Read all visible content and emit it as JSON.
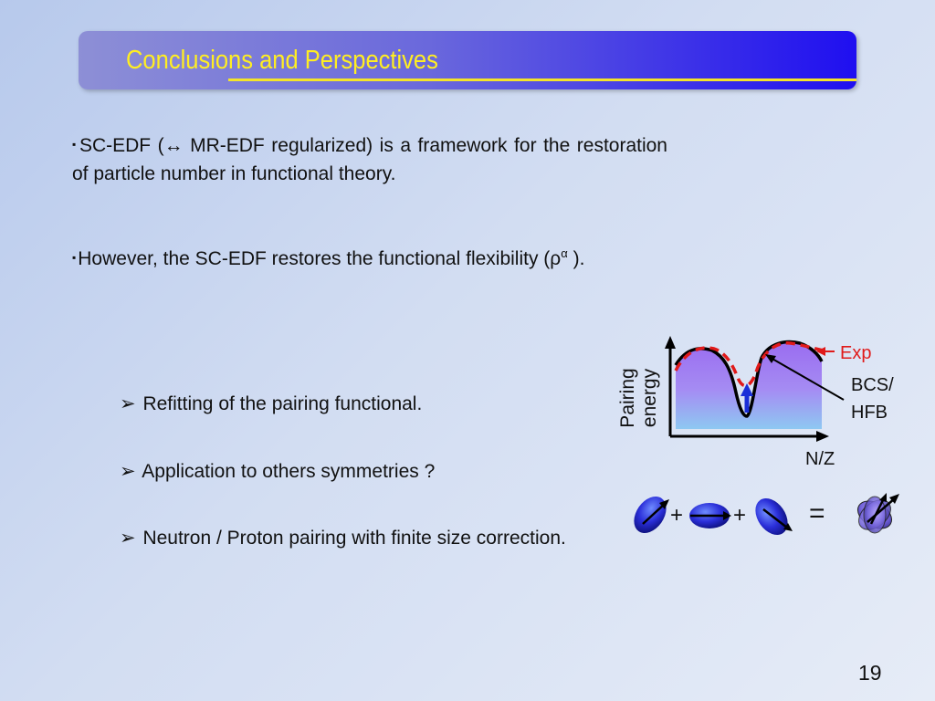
{
  "slide": {
    "title": "Conclusions and Perspectives",
    "page_number": "19"
  },
  "bullets": [
    {
      "marker": "▪",
      "text": "SC-EDF (↔ MR-EDF regularized) is a framework for the restoration of particle number in functional theory."
    },
    {
      "marker": "▪",
      "text": "However, the SC-EDF restores the functional flexibility (ρ",
      "superscript": "α",
      "suffix": " )."
    }
  ],
  "sub_bullets": [
    {
      "marker": "➢",
      "text": "Refitting of the pairing functional."
    },
    {
      "marker": "➢",
      "text": "Application to others symmetries ?"
    },
    {
      "marker": "➢",
      "text": "Neutron / Proton pairing with finite size correction."
    }
  ],
  "figure": {
    "y_label_line1": "Pairing",
    "y_label_line2": "energy",
    "x_label": "N/Z",
    "exp_label": "Exp",
    "bcs_label_line1": "BCS/",
    "bcs_label_line2": "HFB",
    "colors": {
      "exp": "#e01a1a",
      "fill_top": "#9a6cf0",
      "fill_bottom": "#8ec8f2",
      "arrow": "#1a2fd8"
    }
  },
  "symmetry_equation": {
    "plus_1": "+",
    "plus_2": "+",
    "equals": "="
  }
}
